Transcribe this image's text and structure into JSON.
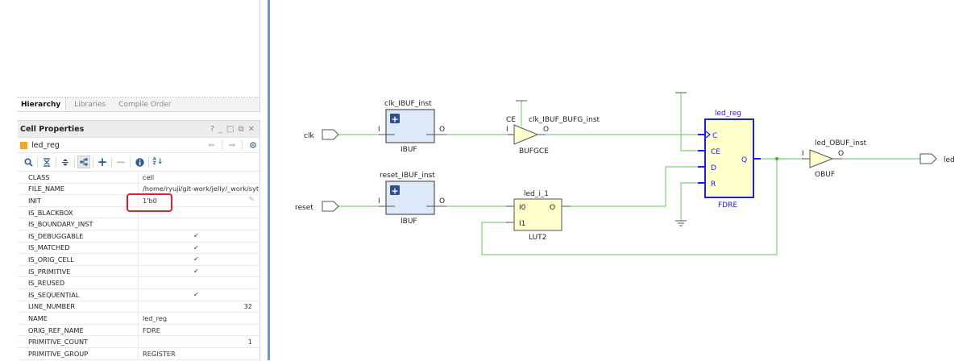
{
  "hierarchy_tabs": [
    {
      "label": "Hierarchy",
      "active": true
    },
    {
      "label": "Libraries",
      "active": false
    },
    {
      "label": "Compile Order",
      "active": false
    }
  ],
  "cell_properties": {
    "title": "Cell Properties",
    "window_buttons": {
      "help": "?",
      "minimize": "_",
      "maximize": "□",
      "float": "⧉",
      "close": "✕"
    },
    "object_name": "led_reg",
    "object_color": "#f5a623",
    "nav": {
      "back": "⇐",
      "forward": "⇒",
      "settings": "⚙"
    },
    "toolbar": [
      {
        "name": "search",
        "glyph": "🔍"
      },
      {
        "name": "collapse-all",
        "glyph": "⇞"
      },
      {
        "name": "expand-all",
        "glyph": "⇕"
      },
      {
        "name": "group-by-category",
        "glyph": "⊞",
        "active": true
      },
      {
        "name": "add",
        "glyph": "+"
      },
      {
        "name": "remove",
        "glyph": "−",
        "disabled": true
      },
      {
        "name": "info",
        "glyph": "ℹ"
      },
      {
        "name": "sort",
        "glyph": "A↓"
      }
    ],
    "rows": [
      {
        "key": "CLASS",
        "value": "cell",
        "type": "text"
      },
      {
        "key": "FILE_NAME",
        "value": "/home/ryuji/git-work/jelly/_work/syt",
        "type": "text"
      },
      {
        "key": "INIT",
        "value": "1'b0",
        "type": "text",
        "editable": true,
        "highlighted": true
      },
      {
        "key": "IS_BLACKBOX",
        "value": "",
        "type": "text"
      },
      {
        "key": "IS_BOUNDARY_INST",
        "value": "",
        "type": "text"
      },
      {
        "key": "IS_DEBUGGABLE",
        "value": "✔",
        "type": "check"
      },
      {
        "key": "IS_MATCHED",
        "value": "✔",
        "type": "check"
      },
      {
        "key": "IS_ORIG_CELL",
        "value": "✔",
        "type": "check"
      },
      {
        "key": "IS_PRIMITIVE",
        "value": "✔",
        "type": "check"
      },
      {
        "key": "IS_REUSED",
        "value": "",
        "type": "text"
      },
      {
        "key": "IS_SEQUENTIAL",
        "value": "✔",
        "type": "check"
      },
      {
        "key": "LINE_NUMBER",
        "value": "32",
        "type": "num"
      },
      {
        "key": "NAME",
        "value": "led_reg",
        "type": "text"
      },
      {
        "key": "ORIG_REF_NAME",
        "value": "FDRE",
        "type": "text"
      },
      {
        "key": "PRIMITIVE_COUNT",
        "value": "1",
        "type": "num"
      },
      {
        "key": "PRIMITIVE_GROUP",
        "value": "REGISTER",
        "type": "text"
      }
    ]
  },
  "schematic": {
    "colors": {
      "wire": "#7ed474",
      "selected": "#1a1aff",
      "buf_fill": "#ffffcc",
      "ibuf_fill": "#dde8f8"
    },
    "ports": {
      "clk": "clk",
      "reset": "reset",
      "led": "led"
    },
    "clk_ibuf": {
      "inst": "clk_IBUF_inst",
      "type": "IBUF",
      "pin_in": "I",
      "pin_out": "O"
    },
    "reset_ibuf": {
      "inst": "reset_IBUF_inst",
      "type": "IBUF",
      "pin_in": "I",
      "pin_out": "O"
    },
    "bufg": {
      "inst": "clk_IBUF_BUFG_inst",
      "type": "BUFGCE",
      "pin_ce": "CE",
      "pin_in": "I",
      "pin_out": "O"
    },
    "lut": {
      "inst": "led_i_1",
      "type": "LUT2",
      "pin_i0": "I0",
      "pin_i1": "I1",
      "pin_out": "O"
    },
    "ff": {
      "inst": "led_reg",
      "type": "FDRE",
      "pin_c": "C",
      "pin_ce": "CE",
      "pin_d": "D",
      "pin_r": "R",
      "pin_q": "Q"
    },
    "obuf": {
      "inst": "led_OBUF_inst",
      "type": "OBUF",
      "pin_in": "I",
      "pin_out": "O"
    },
    "expand_glyph": "+"
  }
}
